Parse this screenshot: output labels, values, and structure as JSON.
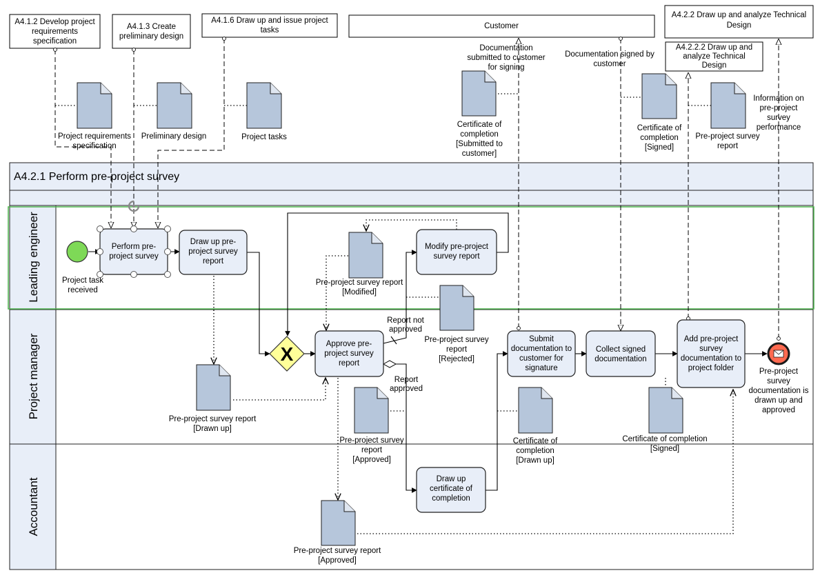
{
  "pool": {
    "title": "A4.2.1 Perform pre-project survey",
    "lanes": [
      "Leading engineer",
      "Project manager",
      "Accountant"
    ]
  },
  "external": {
    "a412": [
      "A4.1.2 Develop project",
      "requirements",
      "specification"
    ],
    "a413": [
      "A4.1.3 Create",
      "preliminary design"
    ],
    "a416": [
      "A4.1.6 Draw up and issue project",
      "tasks"
    ],
    "customer": "Customer",
    "a422": [
      "A4.2.2 Draw up and analyze Technical",
      "Design"
    ],
    "a4222": [
      "A4.2.2.2 Draw up and",
      "analyze Technical",
      "Design"
    ]
  },
  "events": {
    "start": [
      "Project task",
      "received"
    ],
    "end": [
      "Pre-project",
      "survey",
      "documentation is",
      "drawn up and",
      "approved"
    ]
  },
  "gateway": "X",
  "tasks": {
    "perform": [
      "Perform pre-",
      "project survey"
    ],
    "drawup": [
      "Draw up pre-",
      "project survey",
      "report"
    ],
    "modify": [
      "Modify pre-project",
      "survey report"
    ],
    "approve": [
      "Approve pre-",
      "project survey",
      "report"
    ],
    "submit": [
      "Submit",
      "documentation to",
      "customer for",
      "signature"
    ],
    "collect": [
      "Collect signed",
      "documentation"
    ],
    "add": [
      "Add pre-project",
      "survey",
      "documentation to",
      "project folder"
    ],
    "certificate": [
      "Draw up",
      "certificate of",
      "completion"
    ]
  },
  "flow_labels": {
    "not_approved": [
      "Report not",
      "approved"
    ],
    "approved": [
      "Report",
      "approved"
    ]
  },
  "message_labels": {
    "submitted": [
      "Documentation",
      "submitted to customer",
      "for signing"
    ],
    "signed": [
      "Documentation signed by",
      "customer"
    ],
    "info": [
      "Information on",
      "pre-project",
      "survey",
      "performance"
    ]
  },
  "documents": {
    "req_spec": [
      "Project requirements",
      "specification"
    ],
    "prelim": [
      "Preliminary design"
    ],
    "proj_tasks": [
      "Project tasks"
    ],
    "cert_submitted": [
      "Certificate of",
      "completion",
      "[Submitted to",
      "customer]"
    ],
    "cert_signed_top": [
      "Certificate of",
      "completion",
      "[Signed]"
    ],
    "report_top": [
      "Pre-project survey",
      "report"
    ],
    "report_modified": [
      "Pre-project survey report",
      "[Modified]"
    ],
    "report_rejected": [
      "Pre-project survey",
      "report",
      "[Rejected]"
    ],
    "report_drawn": [
      "Pre-project survey report",
      "[Drawn up]"
    ],
    "report_approved_pm": [
      "Pre-project survey",
      "report",
      "[Approved]"
    ],
    "cert_drawn": [
      "Certificate of",
      "completion",
      "[Drawn up]"
    ],
    "cert_signed_pm": [
      "Certificate of completion",
      "[Signed]"
    ],
    "report_approved_acc": [
      "Pre-project survey report",
      "[Approved]"
    ]
  },
  "colors": {
    "task_fill": "#e8eef8",
    "doc_fill": "#b6c6db",
    "start_event": "#7ed957",
    "end_event": "#ff6a50",
    "gateway": "#ffff99",
    "selection": "#4db34d"
  }
}
